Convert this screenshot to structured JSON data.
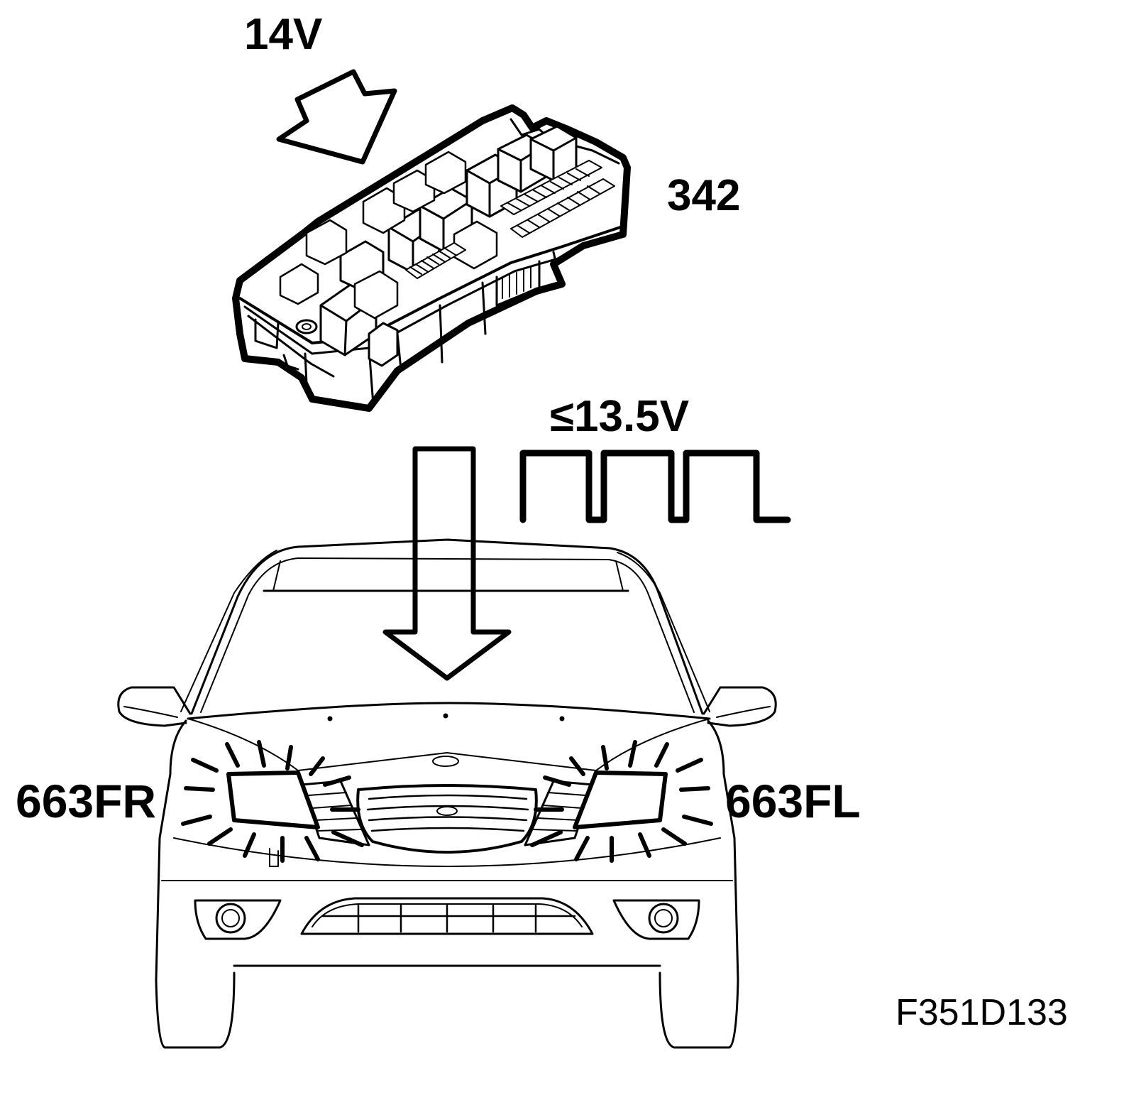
{
  "labels": {
    "input_voltage": "14V",
    "relay_box_id": "342",
    "output_voltage": "≤13.5V",
    "lamp_right": "663FR",
    "lamp_left": "663FL",
    "figure_id": "F351D133"
  },
  "icons": {
    "input_arrow": "arrow-down-right-icon",
    "output_arrow": "arrow-down-icon",
    "pwm_signal": "square-wave-icon",
    "relay_box": "fuse-relay-box-icon",
    "vehicle": "car-front-icon",
    "light_rays": "light-rays-icon"
  },
  "colors": {
    "ink": "#000000",
    "background": "#ffffff"
  }
}
